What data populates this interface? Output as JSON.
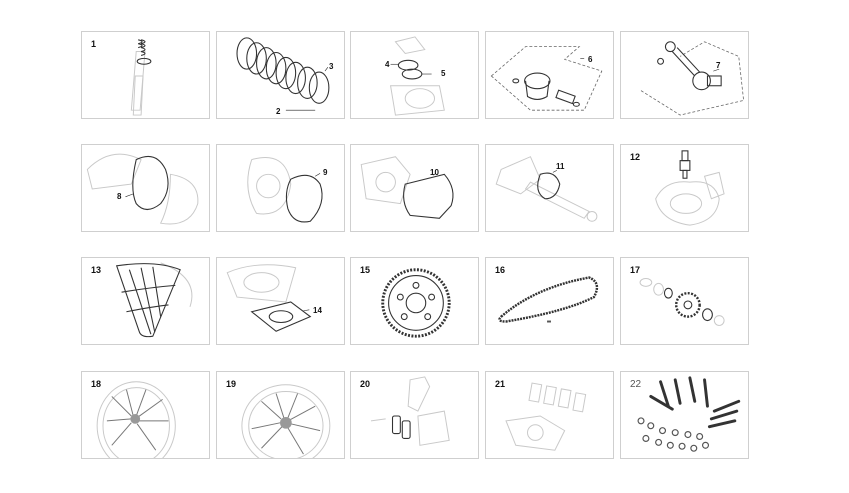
{
  "parts": [
    {
      "number": "1"
    },
    {
      "number": "2"
    },
    {
      "number": "3"
    },
    {
      "number": "4"
    },
    {
      "number": "5"
    },
    {
      "number": "6"
    },
    {
      "number": "7"
    },
    {
      "number": "8"
    },
    {
      "number": "9"
    },
    {
      "number": "10"
    },
    {
      "number": "11"
    },
    {
      "number": "12"
    },
    {
      "number": "13"
    },
    {
      "number": "14"
    },
    {
      "number": "15"
    },
    {
      "number": "16"
    },
    {
      "number": "17"
    },
    {
      "number": "18"
    },
    {
      "number": "19"
    },
    {
      "number": "20"
    },
    {
      "number": "21"
    },
    {
      "number": "22"
    }
  ],
  "icons": {
    "t1": "fork-spring-icon",
    "t2": "clutch-plates-icon",
    "t3": "piston-rings-icon",
    "t4": "piston-kit-icon",
    "t5": "connecting-rod-icon",
    "t6": "clutch-cover-gasket-icon",
    "t7": "ignition-cover-gasket-icon",
    "t8": "crankcase-gasket-icon",
    "t9": "water-pump-gasket-icon",
    "t10": "spark-plug-icon",
    "t11": "tire-icon",
    "t12": "cylinder-base-gasket-icon",
    "t13": "rear-sprocket-icon",
    "t14": "drive-chain-icon",
    "t15": "front-sprocket-icon",
    "t16": "front-wheel-icon",
    "t17": "rear-wheel-icon",
    "t18": "front-brake-pads-icon",
    "t19": "rear-brake-pads-icon",
    "t20": "bolt-kit-icon"
  }
}
